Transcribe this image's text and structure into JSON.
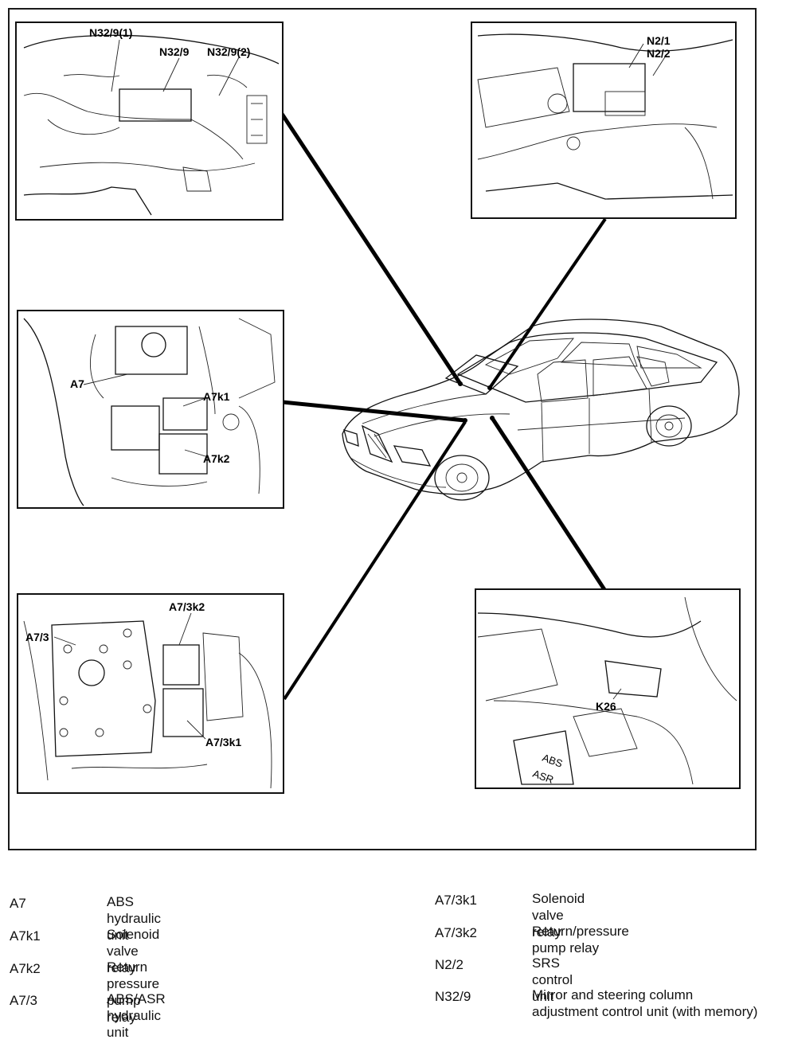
{
  "callouts": {
    "top_left": [
      "N32/9(1)",
      "N32/9",
      "N32/9(2)"
    ],
    "top_right": [
      "N2/1",
      "N2/2"
    ],
    "mid_left": [
      "A7",
      "A7k1",
      "A7k2"
    ],
    "bottom_left": [
      "A7/3k2",
      "A7/3",
      "A7/3k1"
    ],
    "bottom_right": [
      "K26"
    ],
    "car_badge": [
      "ABS",
      "ASR"
    ]
  },
  "legend_left": [
    {
      "code": "A7",
      "desc": "ABS hydraulic unit"
    },
    {
      "code": "A7k1",
      "desc": "Solenoid valve relay"
    },
    {
      "code": "A7k2",
      "desc": "Return pressure pump relay"
    },
    {
      "code": "A7/3",
      "desc": "ABS/ASR hydraulic unit"
    }
  ],
  "legend_right": [
    {
      "code": "A7/3k1",
      "desc": "Solenoid valve relay"
    },
    {
      "code": "A7/3k2",
      "desc": "Return/pressure pump relay"
    },
    {
      "code": "N2/2",
      "desc": "SRS control unit"
    },
    {
      "code": "N32/9",
      "desc": "Mirror and steering column adjustment control unit (with memory)"
    }
  ]
}
